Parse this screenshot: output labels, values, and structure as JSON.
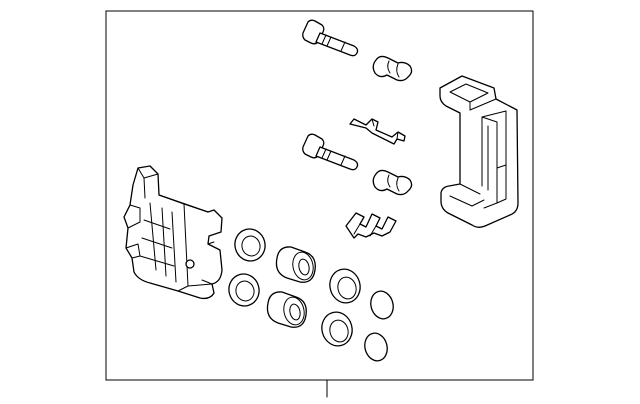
{
  "diagram": {
    "line_color": "#000000",
    "background": "#ffffff",
    "parts": [
      {
        "name": "guide-pin-upper",
        "icon": "bolt-icon"
      },
      {
        "name": "boot-upper",
        "icon": "boot-icon"
      },
      {
        "name": "caliper-bracket",
        "icon": "bracket-icon"
      },
      {
        "name": "anti-rattle-shim",
        "icon": "shim-icon"
      },
      {
        "name": "guide-pin-lower",
        "icon": "bolt-icon"
      },
      {
        "name": "boot-lower",
        "icon": "boot-icon"
      },
      {
        "name": "pad-retainer-clip",
        "icon": "clip-icon"
      },
      {
        "name": "caliper-body",
        "icon": "caliper-icon"
      },
      {
        "name": "piston-seal",
        "icon": "ring-icon"
      },
      {
        "name": "piston",
        "icon": "piston-icon"
      },
      {
        "name": "o-ring",
        "icon": "o-ring-icon"
      }
    ]
  }
}
